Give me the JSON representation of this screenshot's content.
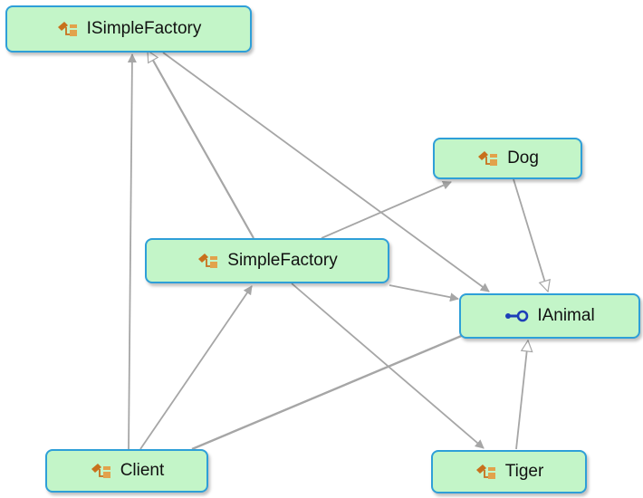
{
  "nodes": {
    "isimplefactory": {
      "label": "ISimpleFactory",
      "icon": "class-icon"
    },
    "dog": {
      "label": "Dog",
      "icon": "class-icon"
    },
    "simplefactory": {
      "label": "SimpleFactory",
      "icon": "class-icon"
    },
    "ianimal": {
      "label": "IAnimal",
      "icon": "interface-icon"
    },
    "client": {
      "label": "Client",
      "icon": "class-icon"
    },
    "tiger": {
      "label": "Tiger",
      "icon": "class-icon"
    }
  },
  "edges": [
    {
      "from": "SimpleFactory",
      "to": "ISimpleFactory",
      "kind": "implements"
    },
    {
      "from": "Client",
      "to": "ISimpleFactory",
      "kind": "dependency"
    },
    {
      "from": "ISimpleFactory",
      "to": "IAnimal",
      "kind": "dependency"
    },
    {
      "from": "SimpleFactory",
      "to": "Dog",
      "kind": "dependency"
    },
    {
      "from": "SimpleFactory",
      "to": "IAnimal",
      "kind": "dependency"
    },
    {
      "from": "SimpleFactory",
      "to": "Tiger",
      "kind": "dependency"
    },
    {
      "from": "Client",
      "to": "SimpleFactory",
      "kind": "dependency"
    },
    {
      "from": "Client",
      "to": "IAnimal",
      "kind": "dependency"
    },
    {
      "from": "Dog",
      "to": "IAnimal",
      "kind": "implements"
    },
    {
      "from": "Tiger",
      "to": "IAnimal",
      "kind": "implements"
    }
  ],
  "colors": {
    "node_fill": "#c3f5c8",
    "node_border": "#2e9fd8",
    "edge": "#a6a6a6",
    "class_icon_orange": "#c8701c",
    "interface_icon_blue": "#1d3fb8"
  }
}
